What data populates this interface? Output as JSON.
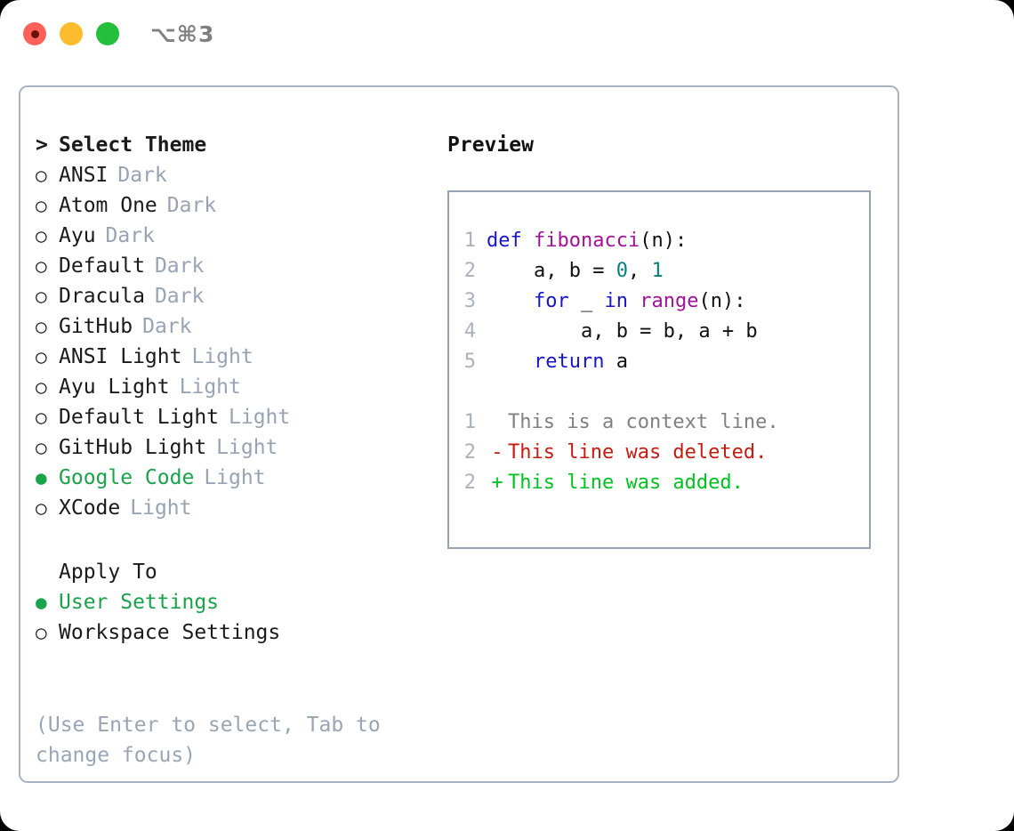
{
  "titlebar": {
    "shortcut": "⌥⌘3",
    "buttons": [
      {
        "name": "close",
        "color": "#ff6159"
      },
      {
        "name": "minimize",
        "color": "#ffbd2e"
      },
      {
        "name": "zoom",
        "color": "#24c03c"
      }
    ]
  },
  "theme_picker": {
    "heading_marker": ">",
    "heading": "Select Theme",
    "selected_marker": "●",
    "unselected_marker": "○",
    "items": [
      {
        "marker": "○",
        "label": "ANSI",
        "tag": "Dark",
        "selected": false
      },
      {
        "marker": "○",
        "label": "Atom One",
        "tag": "Dark",
        "selected": false
      },
      {
        "marker": "○",
        "label": "Ayu",
        "tag": "Dark",
        "selected": false
      },
      {
        "marker": "○",
        "label": "Default",
        "tag": "Dark",
        "selected": false
      },
      {
        "marker": "○",
        "label": "Dracula",
        "tag": "Dark",
        "selected": false
      },
      {
        "marker": "○",
        "label": "GitHub",
        "tag": "Dark",
        "selected": false
      },
      {
        "marker": "○",
        "label": "ANSI Light",
        "tag": "Light",
        "selected": false
      },
      {
        "marker": "○",
        "label": "Ayu Light",
        "tag": "Light",
        "selected": false
      },
      {
        "marker": "○",
        "label": "Default Light",
        "tag": "Light",
        "selected": false
      },
      {
        "marker": "○",
        "label": "GitHub Light",
        "tag": "Light",
        "selected": false
      },
      {
        "marker": "●",
        "label": "Google Code",
        "tag": "Light",
        "selected": true
      },
      {
        "marker": "○",
        "label": "XCode",
        "tag": "Light",
        "selected": false
      }
    ]
  },
  "apply_to": {
    "heading": "Apply To",
    "items": [
      {
        "marker": "●",
        "label": "User Settings",
        "selected": true
      },
      {
        "marker": "○",
        "label": "Workspace Settings",
        "selected": false
      }
    ]
  },
  "hint": "(Use Enter to select, Tab to change focus)",
  "preview": {
    "title": "Preview",
    "code_lines": [
      {
        "number": "1",
        "tokens": [
          {
            "text": "def ",
            "type": "kw"
          },
          {
            "text": "fibonacci",
            "type": "fn"
          },
          {
            "text": "(n):",
            "type": "plain"
          }
        ]
      },
      {
        "number": "2",
        "tokens": [
          {
            "text": "    a, b = ",
            "type": "plain"
          },
          {
            "text": "0",
            "type": "num"
          },
          {
            "text": ", ",
            "type": "plain"
          },
          {
            "text": "1",
            "type": "num"
          }
        ]
      },
      {
        "number": "3",
        "tokens": [
          {
            "text": "    ",
            "type": "plain"
          },
          {
            "text": "for ",
            "type": "kw"
          },
          {
            "text": "_ ",
            "type": "plain"
          },
          {
            "text": "in ",
            "type": "kw"
          },
          {
            "text": "range",
            "type": "fn"
          },
          {
            "text": "(n):",
            "type": "plain"
          }
        ]
      },
      {
        "number": "4",
        "tokens": [
          {
            "text": "        a, b = b, a + b",
            "type": "plain"
          }
        ]
      },
      {
        "number": "5",
        "tokens": [
          {
            "text": "    ",
            "type": "plain"
          },
          {
            "text": "return ",
            "type": "kw"
          },
          {
            "text": "a",
            "type": "plain"
          }
        ]
      }
    ],
    "diff_lines": [
      {
        "number": "1",
        "sign": "",
        "text": "This is a context line.",
        "type": "ctx"
      },
      {
        "number": "2",
        "sign": "-",
        "text": "This line was deleted.",
        "type": "del"
      },
      {
        "number": "2",
        "sign": "+",
        "text": "This line was added.",
        "type": "add"
      }
    ]
  },
  "colors": {
    "accent_green": "#1ba34c",
    "tag_gray": "#98a3b3",
    "border": "#a8b2c0",
    "keyword": "#1616cf",
    "function": "#a3109a",
    "number": "#0a7d7d",
    "diff_add": "#00c221",
    "diff_del": "#c51b10"
  }
}
